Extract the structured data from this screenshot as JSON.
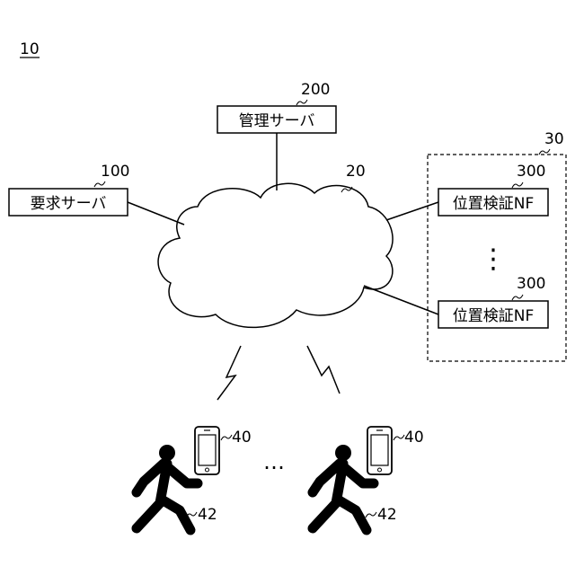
{
  "figure": {
    "ref": "10"
  },
  "request_server": {
    "label": "要求サーバ",
    "ref": "100"
  },
  "management_server": {
    "label": "管理サーバ",
    "ref": "200"
  },
  "network": {
    "ref": "20"
  },
  "nf_group": {
    "ref": "30",
    "nf_top": {
      "label": "位置検証NF",
      "ref": "300"
    },
    "nf_bottom": {
      "label": "位置検証NF",
      "ref": "300"
    },
    "ellipsis": "⋮"
  },
  "terminals": {
    "left": {
      "phone_ref": "40",
      "user_ref": "42"
    },
    "right": {
      "phone_ref": "40",
      "user_ref": "42"
    },
    "ellipsis": "…"
  }
}
